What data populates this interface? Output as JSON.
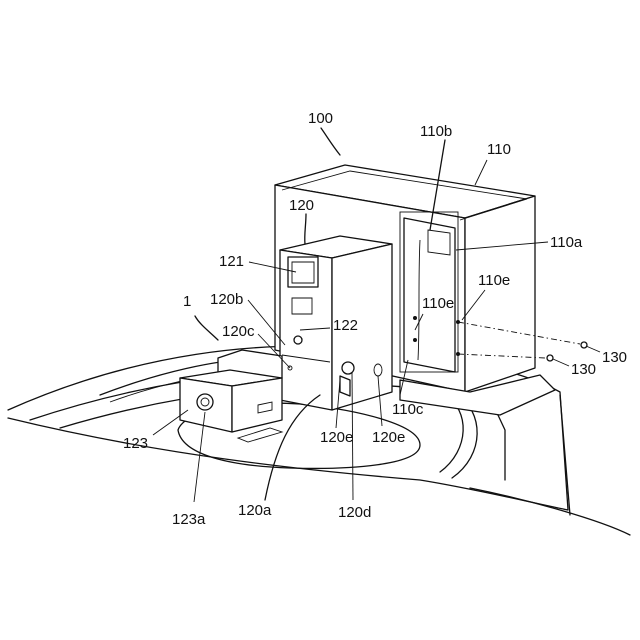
{
  "labels": {
    "l100": "100",
    "l110": "110",
    "l110b": "110b",
    "l110a": "110a",
    "l110e_1": "110e",
    "l110e_2": "110e",
    "l110c": "110c",
    "l120": "120",
    "l121": "121",
    "l120b": "120b",
    "l120c": "120c",
    "l122": "122",
    "l1": "1",
    "l123": "123",
    "l123a": "123a",
    "l120a": "120a",
    "l120e_1": "120e",
    "l120e_2": "120e",
    "l120d": "120d",
    "l130_1": "130",
    "l130_2": "130"
  }
}
